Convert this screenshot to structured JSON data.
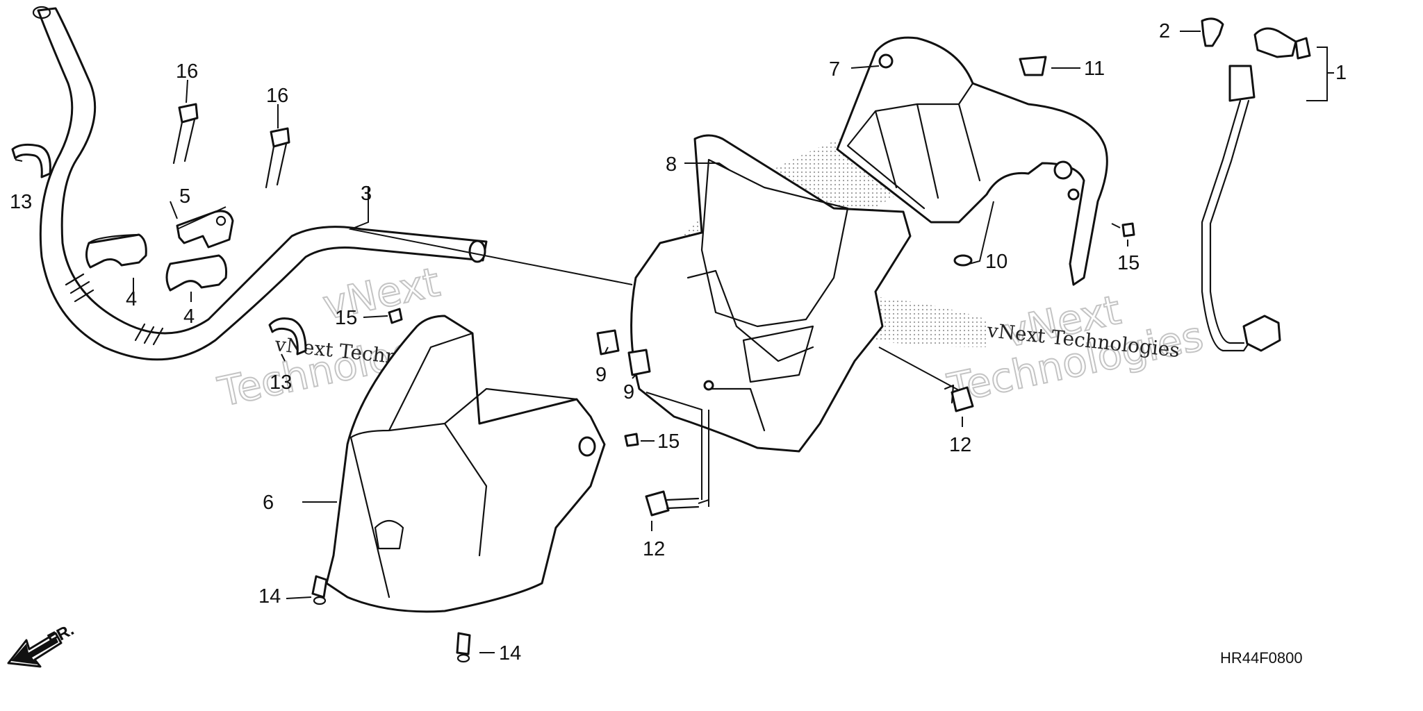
{
  "diagram": {
    "callouts": [
      {
        "id": "c1",
        "text": "1"
      },
      {
        "id": "c2",
        "text": "2"
      },
      {
        "id": "c3",
        "text": "3"
      },
      {
        "id": "c4a",
        "text": "4"
      },
      {
        "id": "c4b",
        "text": "4"
      },
      {
        "id": "c5",
        "text": "5"
      },
      {
        "id": "c6",
        "text": "6"
      },
      {
        "id": "c7",
        "text": "7"
      },
      {
        "id": "c8",
        "text": "8"
      },
      {
        "id": "c9a",
        "text": "9"
      },
      {
        "id": "c9b",
        "text": "9"
      },
      {
        "id": "c10",
        "text": "10"
      },
      {
        "id": "c11",
        "text": "11"
      },
      {
        "id": "c12a",
        "text": "12"
      },
      {
        "id": "c12b",
        "text": "12"
      },
      {
        "id": "c13a",
        "text": "13"
      },
      {
        "id": "c13b",
        "text": "13"
      },
      {
        "id": "c14a",
        "text": "14"
      },
      {
        "id": "c14b",
        "text": "14"
      },
      {
        "id": "c15a",
        "text": "15"
      },
      {
        "id": "c15b",
        "text": "15"
      },
      {
        "id": "c15c",
        "text": "15"
      },
      {
        "id": "c16a",
        "text": "16"
      },
      {
        "id": "c16b",
        "text": "16"
      }
    ],
    "front_label": "FR.",
    "diagram_code": "HR44F0800",
    "watermark": {
      "brand_outline": "vNext",
      "brand_outline_2": "Technologies",
      "brand_text": "vNext Technologies"
    },
    "colors": {
      "line": "#111111",
      "stipple": "#9a9a9a",
      "watermark": "#c4c4c4"
    }
  }
}
